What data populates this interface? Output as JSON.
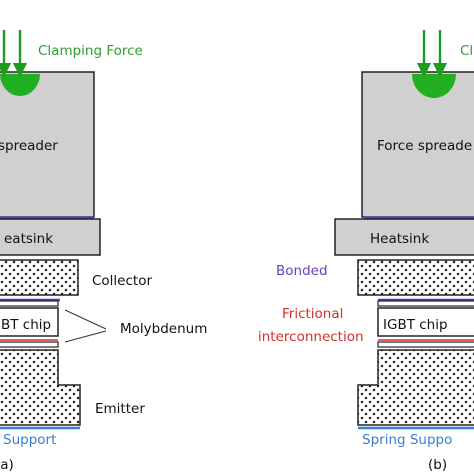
{
  "left": {
    "force_label": "Clamping Force",
    "spreader_label": "spreader",
    "heatsink_label": "eatsink",
    "collector_label": "Collector",
    "chip_label": "BT chip",
    "molybdenum_label": "Molybdenum",
    "emitter_label": "Emitter",
    "support_label": "Support",
    "panel_label": "(a)"
  },
  "right": {
    "force_label": "Cl",
    "spreader_label": "Force spreade",
    "heatsink_label": "Heatsink",
    "bonded_label": "Bonded",
    "frictional_label_1": "Frictional",
    "frictional_label_2": "interconnection",
    "chip_label": "IGBT chip",
    "support_label": "Spring Suppo",
    "panel_label": "(b)"
  },
  "colors": {
    "arrow": "#1e9a1e",
    "force_label": "#2e9e2e",
    "block_fill": "#d0d0d0",
    "bonded_line": "#3f3fbf",
    "bonded_text": "#6a3fc4",
    "frictional_text": "#d32f2f",
    "frictional_line": "#e06060",
    "support_line": "#3a7fd0",
    "support_text": "#3a7fd0"
  }
}
